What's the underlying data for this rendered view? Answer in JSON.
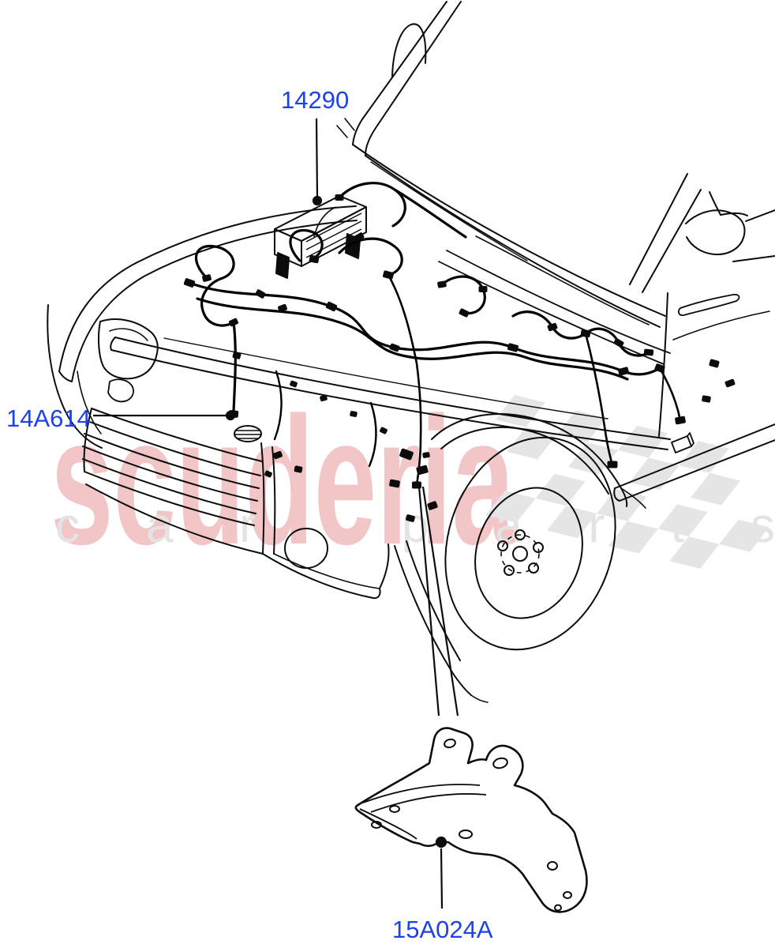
{
  "diagram": {
    "description": "Engine wiring harness location diagram, vehicle front three-quarter view with open engine bay, front wheel and mounting bracket detail",
    "parts": {
      "engine_harness_label": "14290",
      "grille_harness_label": "14A614",
      "bracket_label": "15A024A"
    },
    "label_color": "#1e41e8",
    "line_color": "#0c0c0c"
  },
  "watermark": {
    "brand": "scuderia",
    "tagline": "car parts",
    "brand_color": "#f2c5c7",
    "tagline_color": "#e3e3e3",
    "flag_color": "#e5e5e5"
  }
}
